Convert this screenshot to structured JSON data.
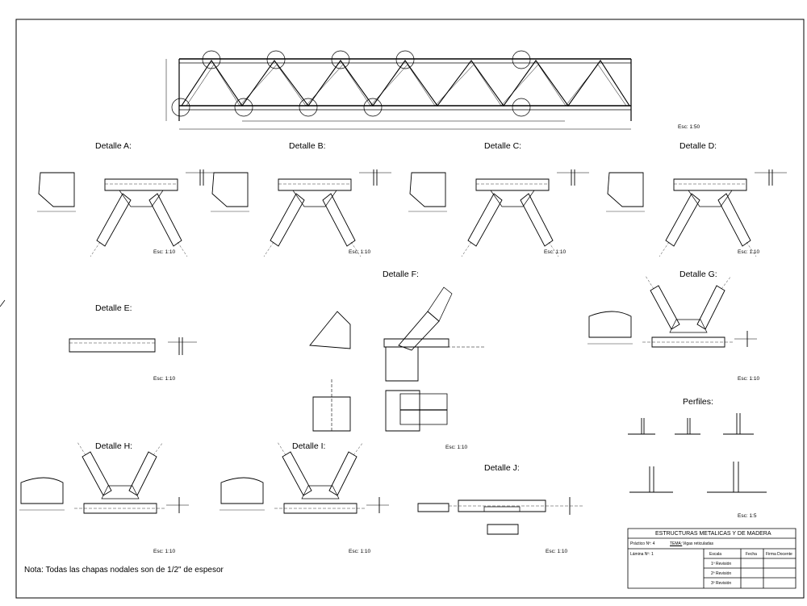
{
  "main": {
    "scale": "Esc: 1:50"
  },
  "details": [
    {
      "id": "A",
      "title": "Detalle A:",
      "scale": "Esc: 1:10"
    },
    {
      "id": "B",
      "title": "Detalle B:",
      "scale": "Esc: 1:10"
    },
    {
      "id": "C",
      "title": "Detalle C:",
      "scale": "Esc: 1:10"
    },
    {
      "id": "D",
      "title": "Detalle D:",
      "scale": "Esc: 1:10"
    },
    {
      "id": "E",
      "title": "Detalle E:",
      "scale": "Esc: 1:10"
    },
    {
      "id": "F",
      "title": "Detalle F:",
      "scale": "Esc: 1:10"
    },
    {
      "id": "G",
      "title": "Detalle G:",
      "scale": "Esc: 1:10"
    },
    {
      "id": "H",
      "title": "Detalle H:",
      "scale": "Esc: 1:10"
    },
    {
      "id": "I",
      "title": "Detalle I:",
      "scale": "Esc: 1:10"
    },
    {
      "id": "J",
      "title": "Detalle J:",
      "scale": "Esc: 1:10"
    }
  ],
  "profiles": {
    "title": "Perfiles:",
    "scale": "Esc: 1:5"
  },
  "note": "Nota: Todas las chapas nodales son de 1/2\" de espesor",
  "title_block": {
    "course": "ESTRUCTURAS METALICAS Y DE MADERA",
    "practice": "Práctico Nº: 4",
    "theme_label": "TEMA:",
    "theme": "Vigas reticuladas",
    "sheet": "Lámina Nº: 1",
    "col_scale": "Escala",
    "col_date": "Fecha",
    "col_signature": "Firma Docente",
    "rev1": "1º Revisión",
    "rev2": "2º Revisión",
    "rev3": "3º Revisión"
  },
  "colors": {
    "ink": "#000000",
    "sheet": "#ffffff"
  }
}
